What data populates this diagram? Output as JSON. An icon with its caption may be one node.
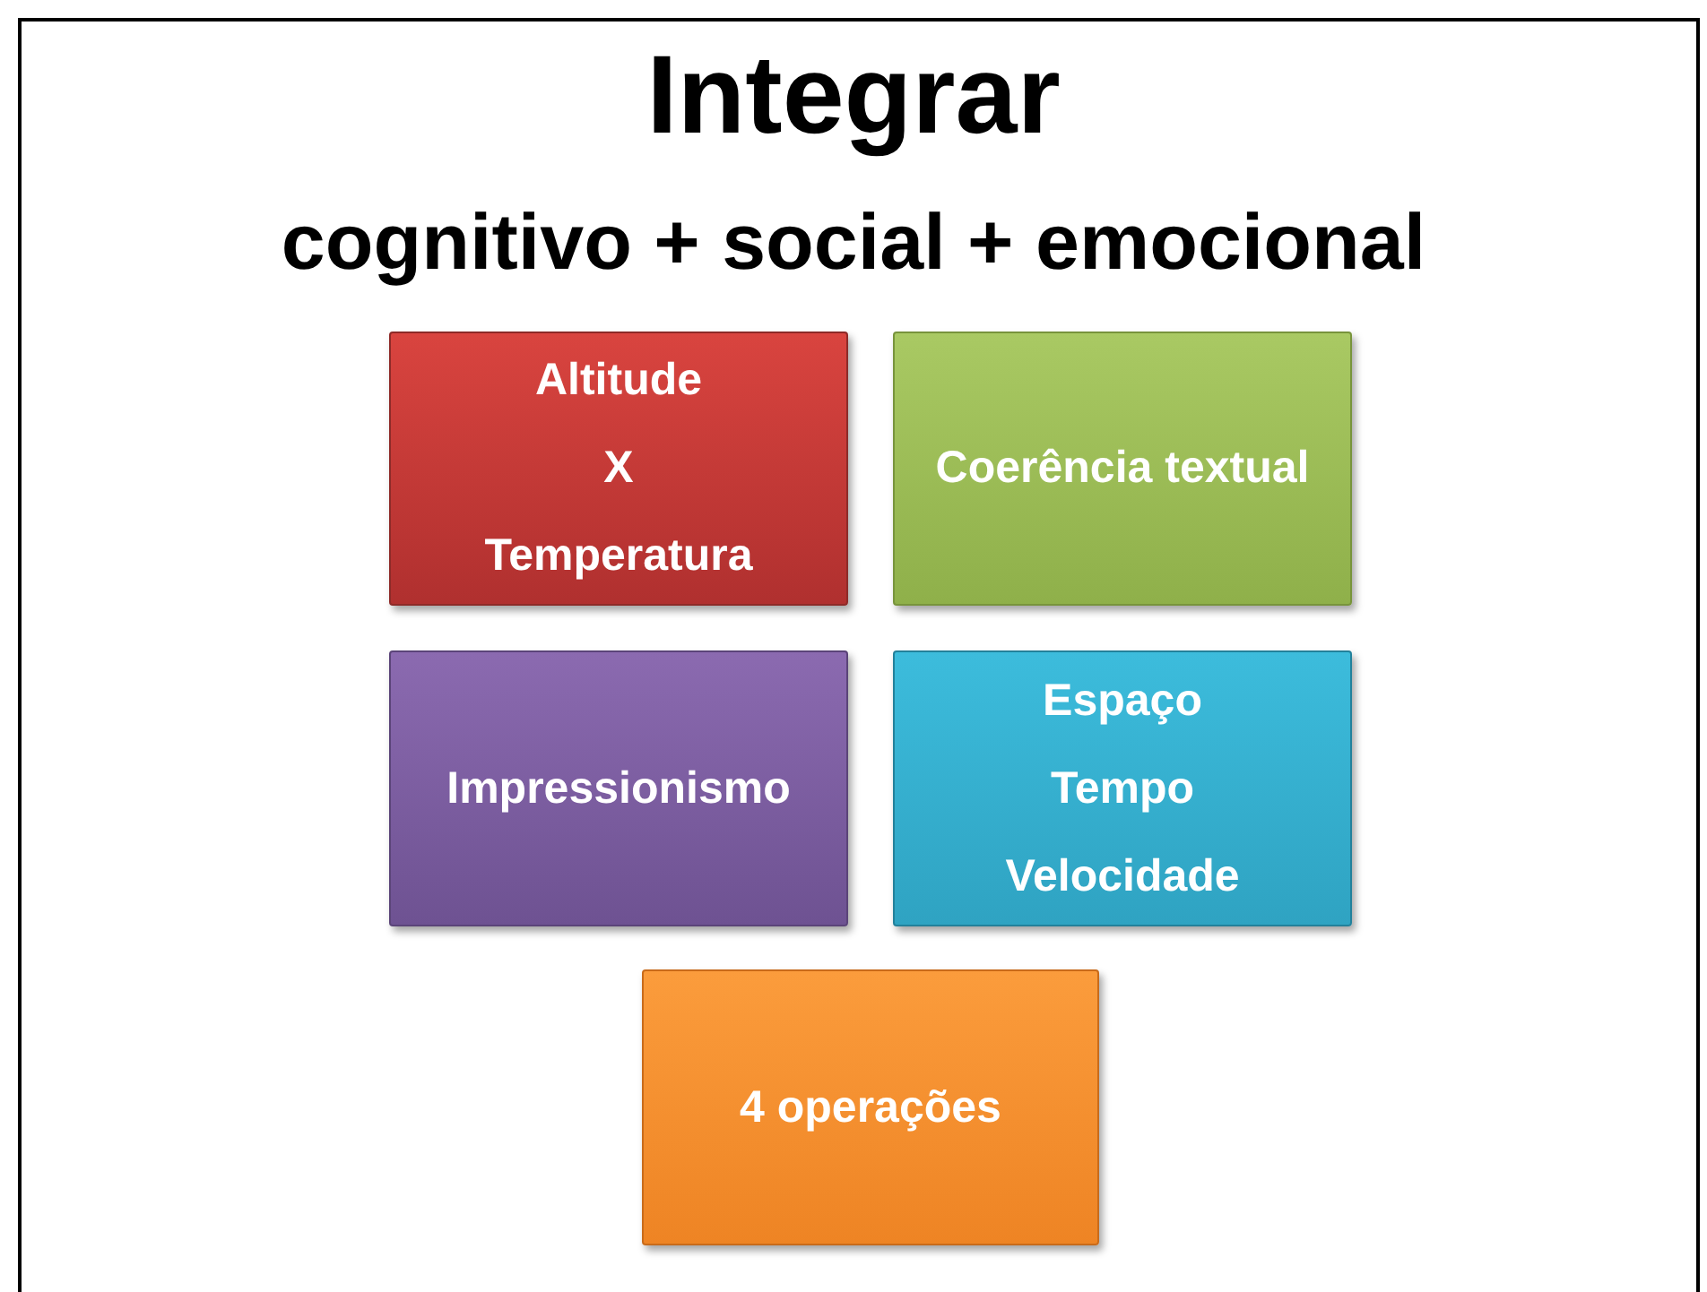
{
  "diagram": {
    "title": "Integrar",
    "nodes": [
      {
        "text": [
          "Altitude",
          "X",
          "Temperatura"
        ]
      },
      {
        "text": [
          "Coerência textual"
        ]
      },
      {
        "text": [
          "Impressionismo"
        ]
      },
      {
        "text": [
          "Espaço",
          "Tempo",
          "Velocidade"
        ]
      },
      {
        "text": [
          "4 operações"
        ]
      }
    ],
    "labels": [
      "cognitivo + social + emocional"
    ]
  }
}
